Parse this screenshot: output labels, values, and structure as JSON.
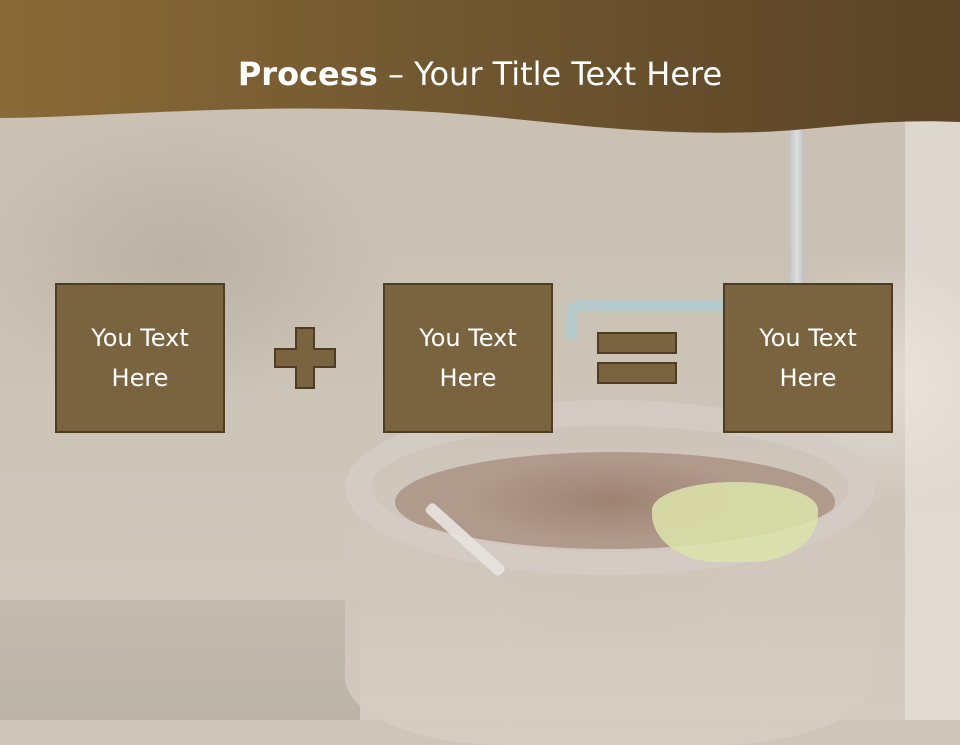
{
  "slide": {
    "title_bold": "Process",
    "title_rest": " – Your Title Text Here",
    "header_color": "#6f5630",
    "box_color": "#7a6440",
    "box_border_color": "#4e3d24",
    "boxes": [
      {
        "text": "You Text Here"
      },
      {
        "text": "You Text Here"
      },
      {
        "text": "You Text Here"
      }
    ],
    "operators": [
      {
        "icon": "plus-icon"
      },
      {
        "icon": "equals-icon"
      }
    ]
  }
}
